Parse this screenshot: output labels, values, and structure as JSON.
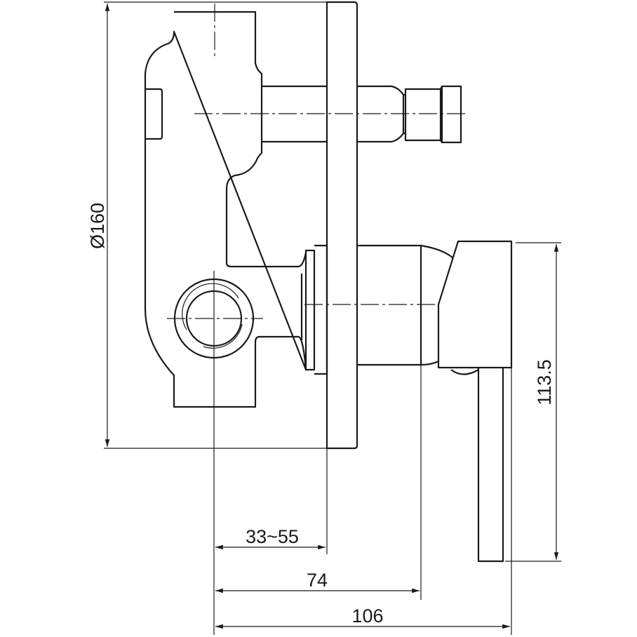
{
  "drawing": {
    "type": "technical side-view drawing of concealed shower mixer with diverter",
    "dimensions": {
      "diameter": "Ø160",
      "height": "113.5",
      "wall_depth": "33~55",
      "depth_cartridge": "74",
      "depth_total": "106"
    },
    "line_color": "#1a1a1a",
    "background": "#ffffff"
  }
}
